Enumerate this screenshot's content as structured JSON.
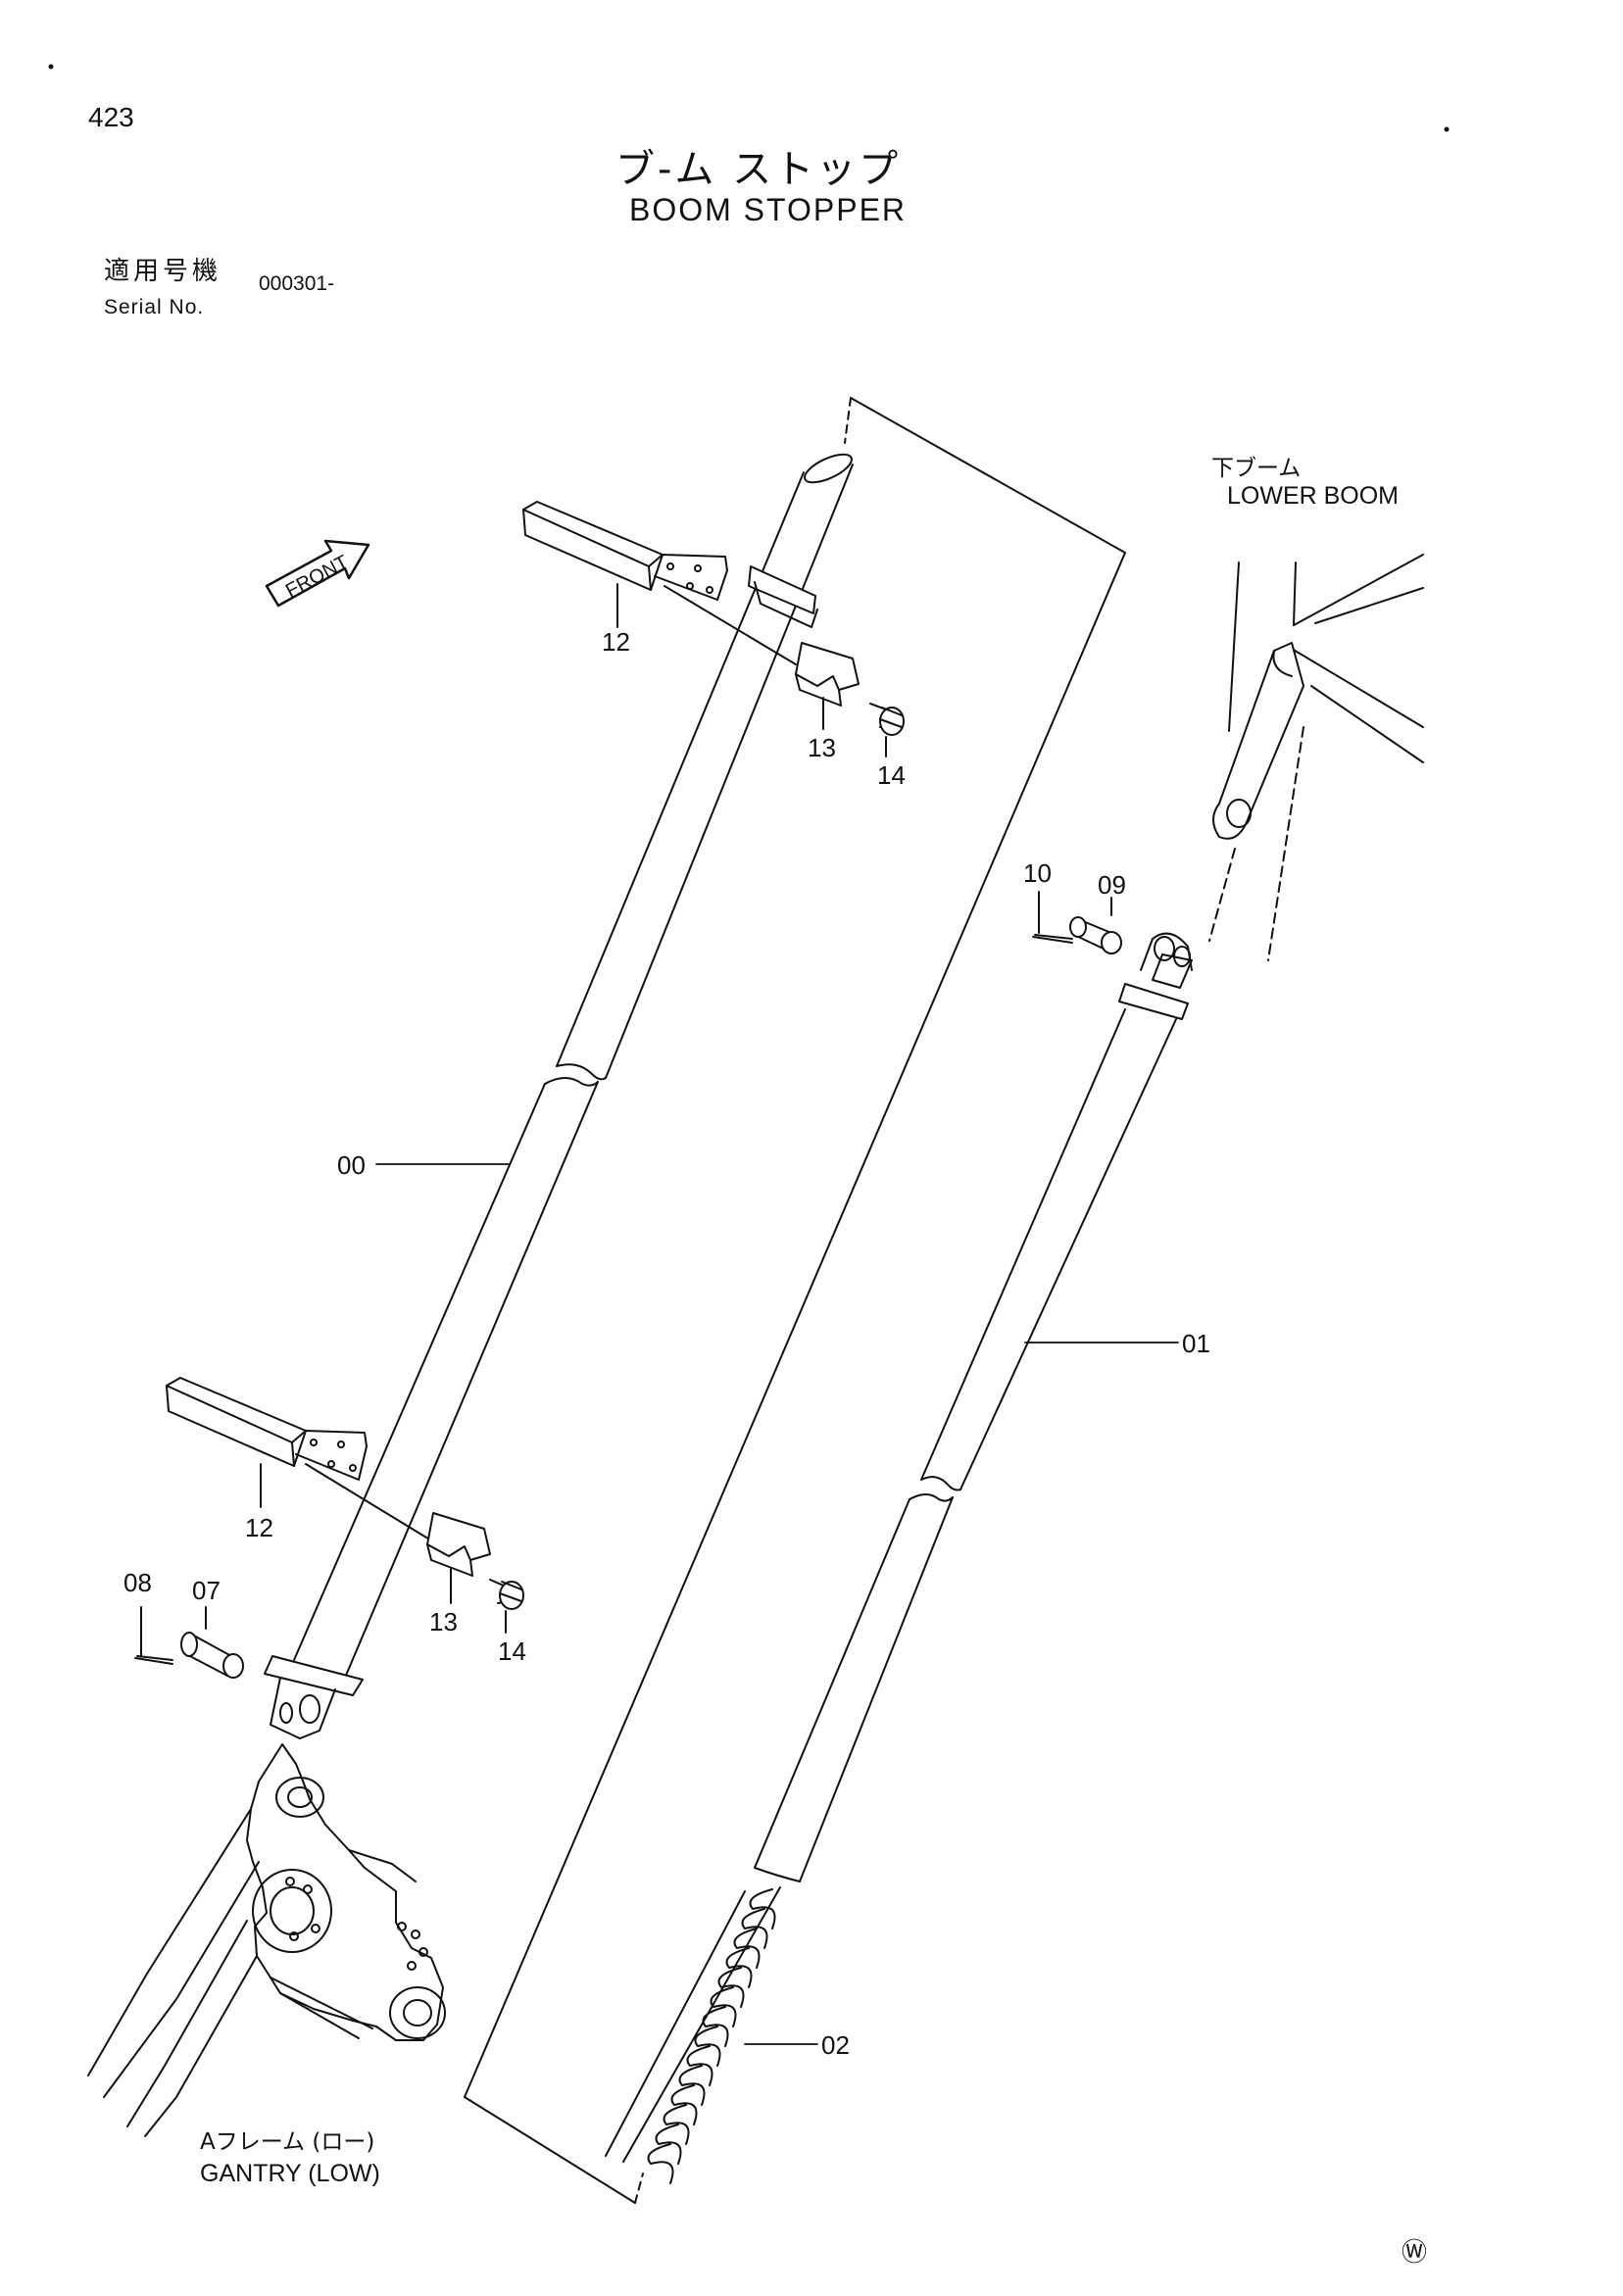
{
  "page_number": "423",
  "title": {
    "japanese": "ブ-ム ストップ",
    "english": "BOOM STOPPER"
  },
  "serial": {
    "label_japanese": "適用号機",
    "label_english": "Serial No.",
    "value": "000301-"
  },
  "front_arrow_label": "FRONT",
  "callouts": {
    "c00": "00",
    "c01": "01",
    "c02": "02",
    "c07": "07",
    "c08": "08",
    "c09": "09",
    "c10": "10",
    "c12_top": "12",
    "c13_top": "13",
    "c14_top": "14",
    "c12_bottom": "12",
    "c13_bottom": "13",
    "c14_bottom": "14"
  },
  "labels": {
    "lower_boom_jp": "下ブーム",
    "lower_boom_en": "LOWER BOOM",
    "gantry_jp": "Aフレーム (ロー)",
    "gantry_en": "GANTRY (LOW)"
  },
  "corner_mark": "Ⓦ"
}
